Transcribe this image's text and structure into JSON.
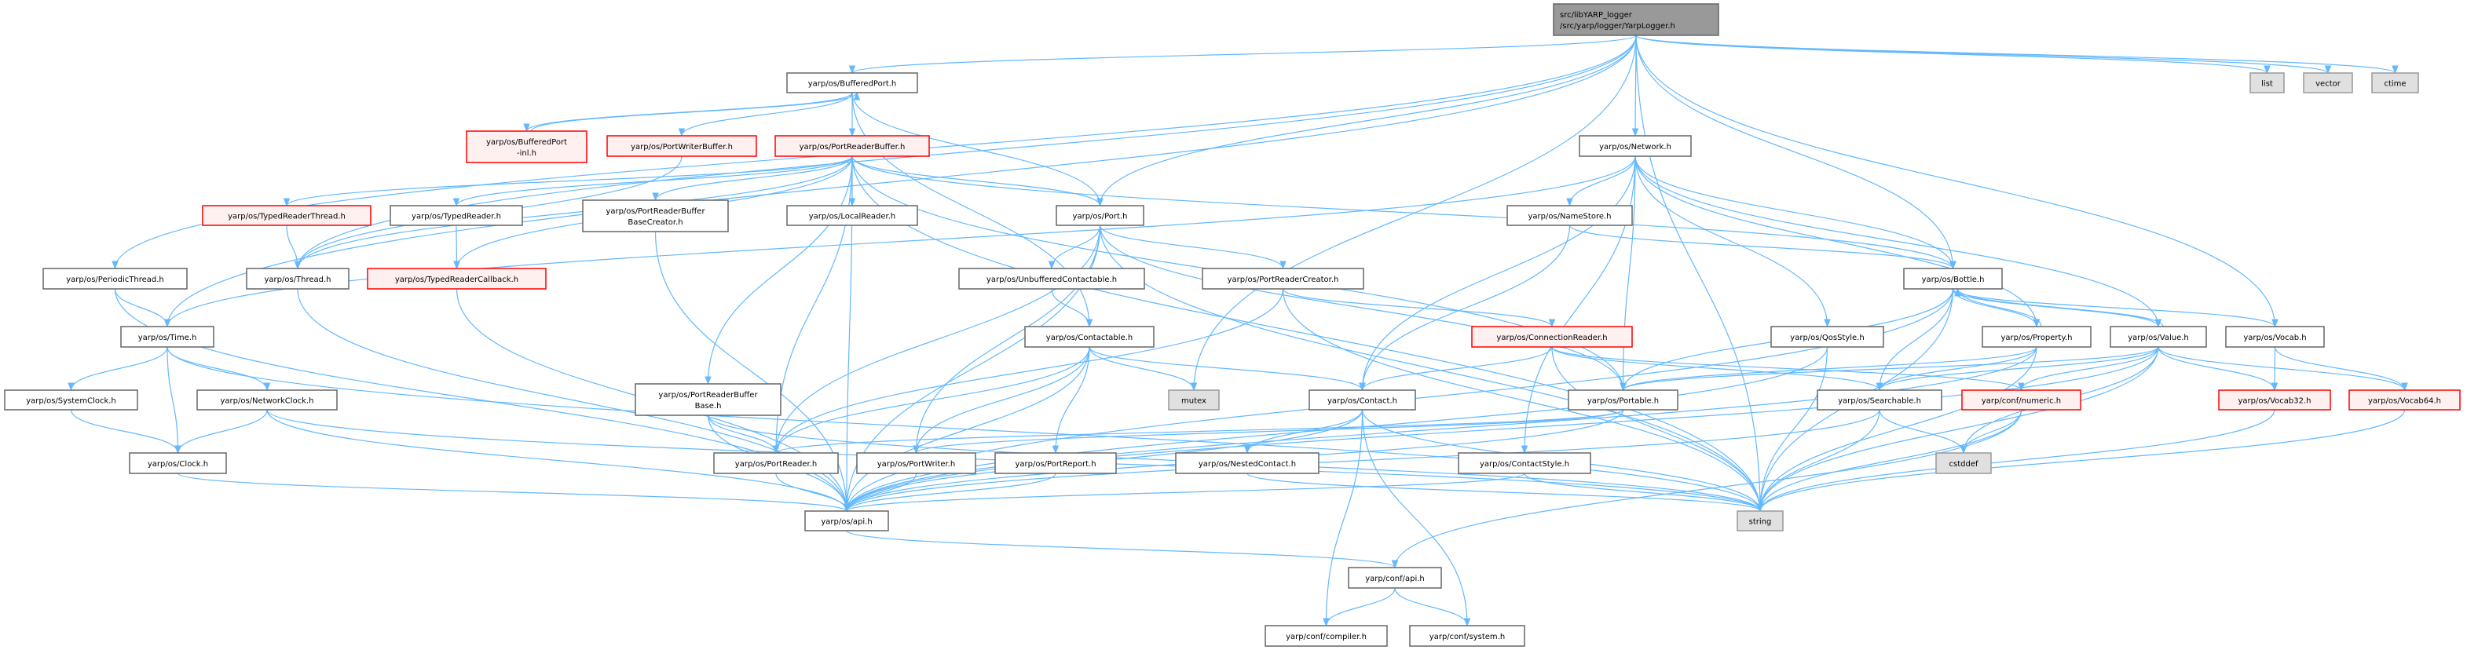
{
  "nodes": [
    {
      "id": "root",
      "lines": [
        "src/libYARP_logger",
        "/src/yarp/logger/YarpLogger.h"
      ]
    },
    {
      "id": "list",
      "lines": [
        "list"
      ]
    },
    {
      "id": "vector",
      "lines": [
        "vector"
      ]
    },
    {
      "id": "ctime",
      "lines": [
        "ctime"
      ]
    },
    {
      "id": "bufferedport",
      "lines": [
        "yarp/os/BufferedPort.h"
      ]
    },
    {
      "id": "bufferedportinl",
      "lines": [
        "yarp/os/BufferedPort",
        "-inl.h"
      ]
    },
    {
      "id": "portwriterbuffer",
      "lines": [
        "yarp/os/PortWriterBuffer.h"
      ]
    },
    {
      "id": "portreaderbuffer",
      "lines": [
        "yarp/os/PortReaderBuffer.h"
      ]
    },
    {
      "id": "typedreaderthread",
      "lines": [
        "yarp/os/TypedReaderThread.h"
      ]
    },
    {
      "id": "typedreader",
      "lines": [
        "yarp/os/TypedReader.h"
      ]
    },
    {
      "id": "prbbasecreator",
      "lines": [
        "yarp/os/PortReaderBuffer",
        "BaseCreator.h"
      ]
    },
    {
      "id": "localreader",
      "lines": [
        "yarp/os/LocalReader.h"
      ]
    },
    {
      "id": "periodicthread",
      "lines": [
        "yarp/os/PeriodicThread.h"
      ]
    },
    {
      "id": "thread",
      "lines": [
        "yarp/os/Thread.h"
      ]
    },
    {
      "id": "typedreadercallback",
      "lines": [
        "yarp/os/TypedReaderCallback.h"
      ]
    },
    {
      "id": "time",
      "lines": [
        "yarp/os/Time.h"
      ]
    },
    {
      "id": "port",
      "lines": [
        "yarp/os/Port.h"
      ]
    },
    {
      "id": "unbufferedcontactable",
      "lines": [
        "yarp/os/UnbufferedContactable.h"
      ]
    },
    {
      "id": "portreadercreator",
      "lines": [
        "yarp/os/PortReaderCreator.h"
      ]
    },
    {
      "id": "network",
      "lines": [
        "yarp/os/Network.h"
      ]
    },
    {
      "id": "namestore",
      "lines": [
        "yarp/os/NameStore.h"
      ]
    },
    {
      "id": "bottle",
      "lines": [
        "yarp/os/Bottle.h"
      ]
    },
    {
      "id": "contactable",
      "lines": [
        "yarp/os/Contactable.h"
      ]
    },
    {
      "id": "connectionreader",
      "lines": [
        "yarp/os/ConnectionReader.h"
      ]
    },
    {
      "id": "mutex",
      "lines": [
        "mutex"
      ]
    },
    {
      "id": "contact",
      "lines": [
        "yarp/os/Contact.h"
      ]
    },
    {
      "id": "portable",
      "lines": [
        "yarp/os/Portable.h"
      ]
    },
    {
      "id": "portwriter",
      "lines": [
        "yarp/os/PortWriter.h"
      ]
    },
    {
      "id": "portreport",
      "lines": [
        "yarp/os/PortReport.h"
      ]
    },
    {
      "id": "nestedcontact",
      "lines": [
        "yarp/os/NestedContact.h"
      ]
    },
    {
      "id": "contactstyle",
      "lines": [
        "yarp/os/ContactStyle.h"
      ]
    },
    {
      "id": "osapi",
      "lines": [
        "yarp/os/api.h"
      ]
    },
    {
      "id": "confapi",
      "lines": [
        "yarp/conf/api.h"
      ]
    },
    {
      "id": "compiler",
      "lines": [
        "yarp/conf/compiler.h"
      ]
    },
    {
      "id": "system",
      "lines": [
        "yarp/conf/system.h"
      ]
    },
    {
      "id": "systemclock",
      "lines": [
        "yarp/os/SystemClock.h"
      ]
    },
    {
      "id": "networkclock",
      "lines": [
        "yarp/os/NetworkClock.h"
      ]
    },
    {
      "id": "clock",
      "lines": [
        "yarp/os/Clock.h"
      ]
    },
    {
      "id": "prbbase",
      "lines": [
        "yarp/os/PortReaderBuffer",
        "Base.h"
      ]
    },
    {
      "id": "portreader",
      "lines": [
        "yarp/os/PortReader.h"
      ]
    },
    {
      "id": "qosstyle",
      "lines": [
        "yarp/os/QosStyle.h"
      ]
    },
    {
      "id": "property",
      "lines": [
        "yarp/os/Property.h"
      ]
    },
    {
      "id": "value",
      "lines": [
        "yarp/os/Value.h"
      ]
    },
    {
      "id": "vocab",
      "lines": [
        "yarp/os/Vocab.h"
      ]
    },
    {
      "id": "searchable",
      "lines": [
        "yarp/os/Searchable.h"
      ]
    },
    {
      "id": "numeric",
      "lines": [
        "yarp/conf/numeric.h"
      ]
    },
    {
      "id": "vocab32",
      "lines": [
        "yarp/os/Vocab32.h"
      ]
    },
    {
      "id": "vocab64",
      "lines": [
        "yarp/os/Vocab64.h"
      ]
    },
    {
      "id": "cstddef",
      "lines": [
        "cstddef"
      ]
    },
    {
      "id": "string",
      "lines": [
        "string"
      ]
    }
  ],
  "edges": [
    [
      "root",
      "bufferedport"
    ],
    [
      "root",
      "port"
    ],
    [
      "root",
      "network"
    ],
    [
      "root",
      "bottle"
    ],
    [
      "root",
      "time"
    ],
    [
      "root",
      "periodicthread"
    ],
    [
      "root",
      "thread"
    ],
    [
      "root",
      "mutex"
    ],
    [
      "root",
      "vocab"
    ],
    [
      "root",
      "list"
    ],
    [
      "root",
      "vector"
    ],
    [
      "root",
      "ctime"
    ],
    [
      "root",
      "string"
    ],
    [
      "bufferedport",
      "bufferedportinl"
    ],
    [
      "bufferedport",
      "portwriterbuffer"
    ],
    [
      "bufferedport",
      "portreaderbuffer"
    ],
    [
      "bufferedport",
      "port"
    ],
    [
      "bufferedport",
      "contactable"
    ],
    [
      "bufferedportinl",
      "bufferedport"
    ],
    [
      "portwriterbuffer",
      "thread"
    ],
    [
      "portreaderbuffer",
      "typedreaderthread"
    ],
    [
      "portreaderbuffer",
      "typedreader"
    ],
    [
      "portreaderbuffer",
      "typedreadercallback"
    ],
    [
      "portreaderbuffer",
      "prbbasecreator"
    ],
    [
      "portreaderbuffer",
      "localreader"
    ],
    [
      "portreaderbuffer",
      "port"
    ],
    [
      "portreaderbuffer",
      "prbbase"
    ],
    [
      "portreaderbuffer",
      "portreader"
    ],
    [
      "portreaderbuffer",
      "thread"
    ],
    [
      "portreaderbuffer",
      "bottle"
    ],
    [
      "portreaderbuffer",
      "portable"
    ],
    [
      "portreaderbuffer",
      "osapi"
    ],
    [
      "portreaderbuffer",
      "string"
    ],
    [
      "typedreaderthread",
      "thread"
    ],
    [
      "typedreader",
      "typedreadercallback"
    ],
    [
      "typedreadercallback",
      "osapi"
    ],
    [
      "prbbasecreator",
      "osapi"
    ],
    [
      "thread",
      "osapi"
    ],
    [
      "periodicthread",
      "time"
    ],
    [
      "periodicthread",
      "osapi"
    ],
    [
      "time",
      "systemclock"
    ],
    [
      "time",
      "networkclock"
    ],
    [
      "time",
      "clock"
    ],
    [
      "time",
      "string"
    ],
    [
      "systemclock",
      "clock"
    ],
    [
      "networkclock",
      "clock"
    ],
    [
      "networkclock",
      "osapi"
    ],
    [
      "networkclock",
      "string"
    ],
    [
      "clock",
      "osapi"
    ],
    [
      "port",
      "unbufferedcontactable"
    ],
    [
      "port",
      "portreadercreator"
    ],
    [
      "port",
      "portable"
    ],
    [
      "port",
      "portreader"
    ],
    [
      "port",
      "portwriter"
    ],
    [
      "port",
      "osapi"
    ],
    [
      "port",
      "string"
    ],
    [
      "unbufferedcontactable",
      "contactable"
    ],
    [
      "portreadercreator",
      "connectionreader"
    ],
    [
      "portreadercreator",
      "portreader"
    ],
    [
      "portreadercreator",
      "string"
    ],
    [
      "contactable",
      "mutex"
    ],
    [
      "contactable",
      "contact"
    ],
    [
      "contactable",
      "portreader"
    ],
    [
      "contactable",
      "portwriter"
    ],
    [
      "contactable",
      "portreport"
    ],
    [
      "contactable",
      "osapi"
    ],
    [
      "network",
      "namestore"
    ],
    [
      "network",
      "qosstyle"
    ],
    [
      "network",
      "contactstyle"
    ],
    [
      "network",
      "contact"
    ],
    [
      "network",
      "portable"
    ],
    [
      "network",
      "bottle"
    ],
    [
      "network",
      "value"
    ],
    [
      "network",
      "property"
    ],
    [
      "network",
      "time"
    ],
    [
      "namestore",
      "contact"
    ],
    [
      "namestore",
      "bottle"
    ],
    [
      "connectionreader",
      "contact"
    ],
    [
      "connectionreader",
      "searchable"
    ],
    [
      "connectionreader",
      "numeric"
    ],
    [
      "connectionreader",
      "string"
    ],
    [
      "contact",
      "nestedcontact"
    ],
    [
      "contact",
      "compiler"
    ],
    [
      "contact",
      "system"
    ],
    [
      "contact",
      "osapi"
    ],
    [
      "contact",
      "string"
    ],
    [
      "portable",
      "portreader"
    ],
    [
      "portable",
      "portwriter"
    ],
    [
      "portable",
      "osapi"
    ],
    [
      "portreader",
      "osapi"
    ],
    [
      "portwriter",
      "osapi"
    ],
    [
      "portreport",
      "osapi"
    ],
    [
      "nestedcontact",
      "string"
    ],
    [
      "contactstyle",
      "osapi"
    ],
    [
      "contactstyle",
      "string"
    ],
    [
      "osapi",
      "confapi"
    ],
    [
      "confapi",
      "compiler"
    ],
    [
      "confapi",
      "system"
    ],
    [
      "bottle",
      "portable"
    ],
    [
      "bottle",
      "searchable"
    ],
    [
      "bottle",
      "property"
    ],
    [
      "bottle",
      "value"
    ],
    [
      "bottle",
      "vocab"
    ],
    [
      "bottle",
      "string"
    ],
    [
      "bottle",
      "osapi"
    ],
    [
      "property",
      "bottle"
    ],
    [
      "property",
      "portable"
    ],
    [
      "property",
      "searchable"
    ],
    [
      "property",
      "string"
    ],
    [
      "property",
      "osapi"
    ],
    [
      "value",
      "bottle"
    ],
    [
      "value",
      "portable"
    ],
    [
      "value",
      "searchable"
    ],
    [
      "value",
      "numeric"
    ],
    [
      "value",
      "cstddef"
    ],
    [
      "value",
      "vocab32"
    ],
    [
      "value",
      "vocab64"
    ],
    [
      "value",
      "string"
    ],
    [
      "value",
      "osapi"
    ],
    [
      "vocab",
      "vocab32"
    ],
    [
      "vocab",
      "vocab64"
    ],
    [
      "searchable",
      "cstddef"
    ],
    [
      "searchable",
      "string"
    ],
    [
      "searchable",
      "osapi"
    ],
    [
      "numeric",
      "cstddef"
    ],
    [
      "numeric",
      "string"
    ],
    [
      "numeric",
      "confapi"
    ],
    [
      "vocab32",
      "string"
    ],
    [
      "vocab64",
      "string"
    ],
    [
      "qosstyle",
      "string"
    ],
    [
      "qosstyle",
      "osapi"
    ],
    [
      "prbbase",
      "portreader"
    ],
    [
      "prbbase",
      "string"
    ],
    [
      "prbbase",
      "osapi"
    ]
  ],
  "colors": {
    "edge": "#63b8ff",
    "red_border": "#ff0000",
    "red_fill": "#fff0f0",
    "system_fill": "#e0e0e0",
    "root_fill": "#999999"
  }
}
